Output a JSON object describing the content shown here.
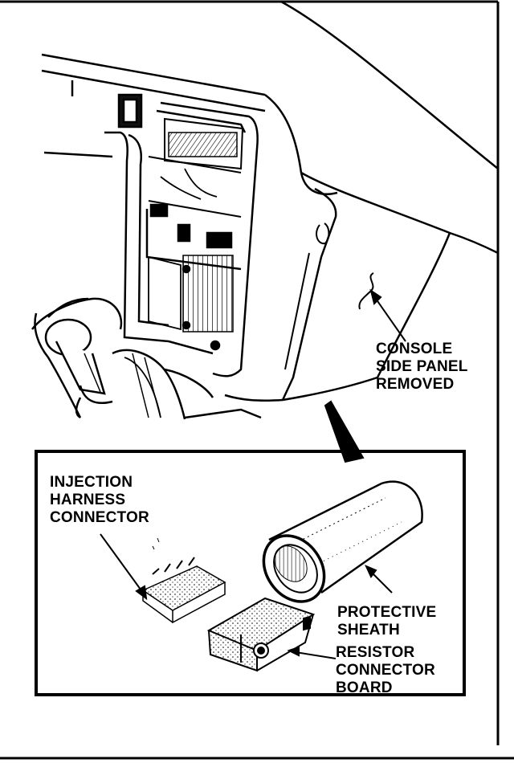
{
  "callouts": {
    "console_side_panel": "CONSOLE\nSIDE PANEL\nREMOVED",
    "injection_harness_connector": "INJECTION\nHARNESS\nCONNECTOR",
    "protective_sheath": "PROTECTIVE\nSHEATH",
    "resistor_connector_board": "RESISTOR\nCONNECTOR\nBOARD"
  }
}
